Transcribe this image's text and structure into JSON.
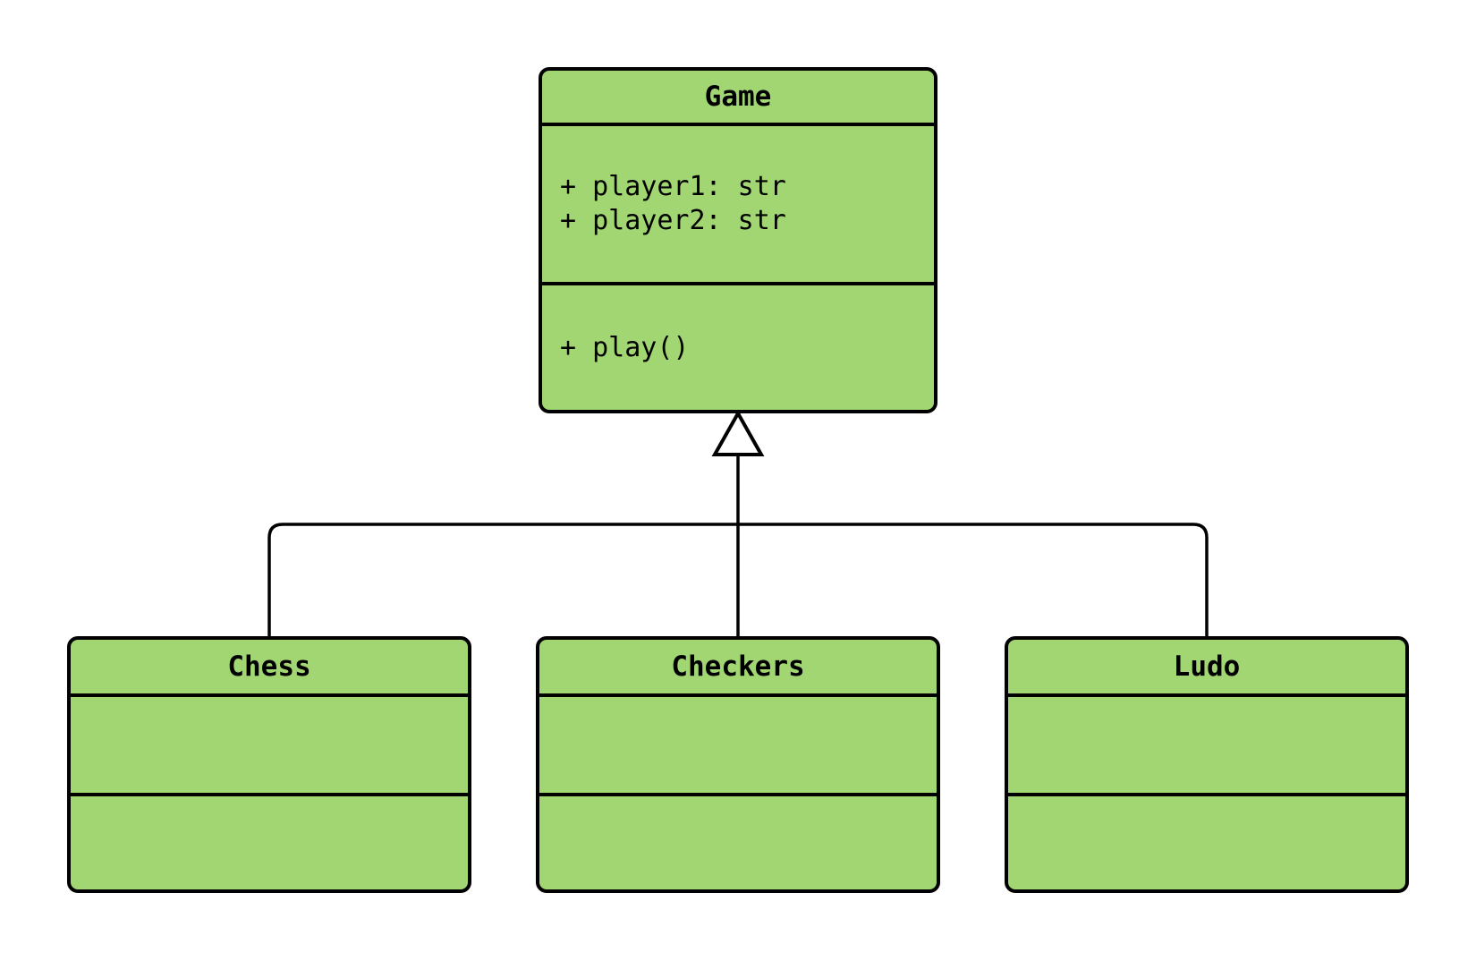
{
  "diagram": {
    "kind": "uml-class-diagram",
    "colors": {
      "node_fill": "#a2d672",
      "node_border": "#000000",
      "line_color": "#000000",
      "background": "#ffffff"
    },
    "classes": {
      "game": {
        "title": "Game",
        "attributes": [
          "+ player1: str",
          "+ player2: str"
        ],
        "methods": [
          "+ play()"
        ]
      },
      "chess": {
        "title": "Chess",
        "attributes": [],
        "methods": []
      },
      "checkers": {
        "title": "Checkers",
        "attributes": [],
        "methods": []
      },
      "ludo": {
        "title": "Ludo",
        "attributes": [],
        "methods": []
      }
    },
    "relations": [
      {
        "from": "Chess",
        "to": "Game",
        "type": "inheritance"
      },
      {
        "from": "Checkers",
        "to": "Game",
        "type": "inheritance"
      },
      {
        "from": "Ludo",
        "to": "Game",
        "type": "inheritance"
      }
    ]
  }
}
